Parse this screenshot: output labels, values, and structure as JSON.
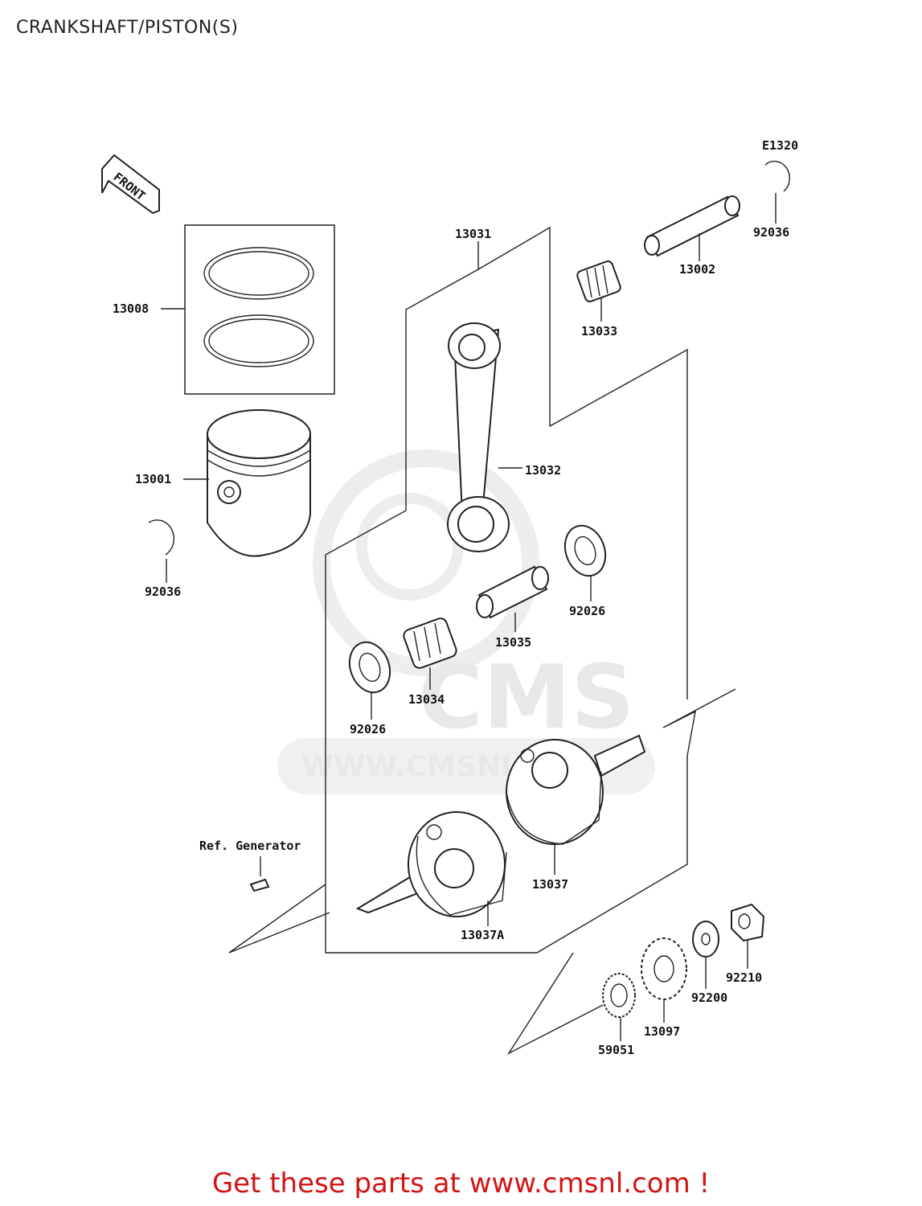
{
  "page": {
    "title": "CRANKSHAFT/PISTON(S)",
    "diagram_code": "E1320",
    "front_label": "FRONT",
    "ref_label": "Ref. Generator",
    "promo_text": "Get these parts at www.cmsnl.com !"
  },
  "watermark": {
    "logo_text": "CMS",
    "url_text": "WWW.CMSNL.COM"
  },
  "parts": {
    "p13031": "13031",
    "p13002": "13002",
    "p92036_top": "92036",
    "p13033": "13033",
    "p13008": "13008",
    "p13032": "13032",
    "p13001": "13001",
    "p92036_left": "92036",
    "p92026_right": "92026",
    "p13035": "13035",
    "p13034": "13034",
    "p92026_left": "92026",
    "p13037": "13037",
    "p13037a": "13037A",
    "p92210": "92210",
    "p92200": "92200",
    "p13097": "13097",
    "p59051": "59051"
  }
}
